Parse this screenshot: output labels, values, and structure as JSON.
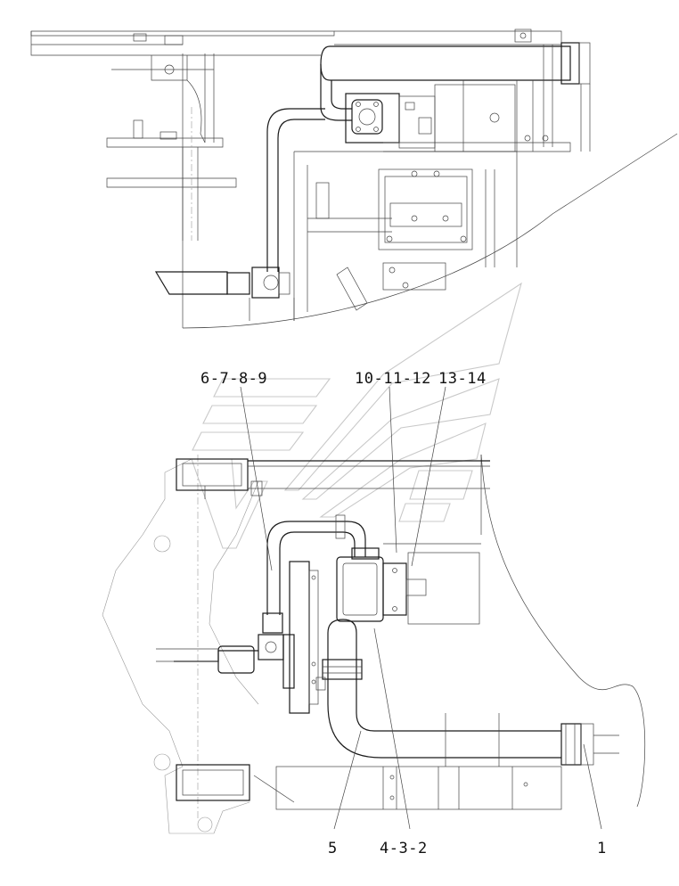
{
  "diagram": {
    "callouts": [
      {
        "id": "c1",
        "label": "6-7-8-9"
      },
      {
        "id": "c2",
        "label": "10-11-12"
      },
      {
        "id": "c3",
        "label": "13-14"
      },
      {
        "id": "c4",
        "label": "5"
      },
      {
        "id": "c5",
        "label": "4-3-2"
      },
      {
        "id": "c6",
        "label": "1"
      }
    ]
  },
  "colors": {
    "line": "#1a1a1a",
    "thin_line": "#444444",
    "gray_line": "#999999",
    "watermark": "#c9c9c9",
    "background": "#ffffff"
  }
}
